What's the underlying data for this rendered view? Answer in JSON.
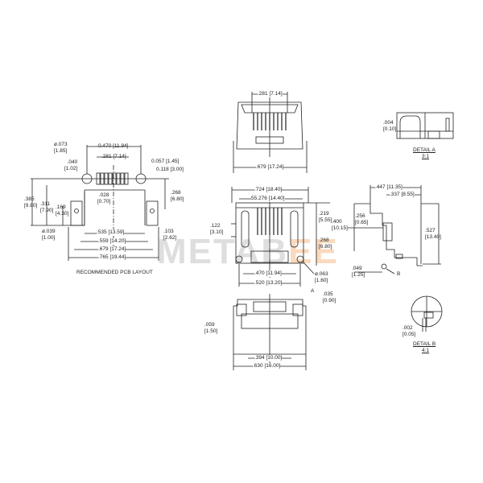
{
  "watermark": {
    "text_main": "METAB",
    "text_accent": "EE",
    "accent_color": "#f5aa6e"
  },
  "pcb_layout": {
    "title": "RECOMMENDED PCB LAYOUT",
    "dims": {
      "hole_dia": "ø.073",
      "hole_dia_mm": "[1.85]",
      "offset_040": ".040",
      "offset_040_mm": "[1.02]",
      "span_470": "0.470",
      "span_470_mm": "[11.94]",
      "span_281": ".281",
      "span_281_mm": "[7.14]",
      "dim_057": "0.057",
      "dim_057_mm": "[1.45]",
      "dim_118": "0.118",
      "dim_118_mm": "[3.00]",
      "pitch_028": ".028",
      "pitch_028_mm": "[0.70]",
      "h_385": ".385",
      "h_385_mm": "[9.80]",
      "h_311": ".311",
      "h_311_mm": "[7.90]",
      "h_169": ".169",
      "h_169_mm": "[4.30]",
      "h_268": ".268",
      "h_268_mm": "[6.80]",
      "pin_dia": "ø.039",
      "pin_dia_mm": "[1.00]",
      "w_535": ".535",
      "w_535_mm": "[13.59]",
      "w_559": ".559",
      "w_559_mm": "[14.20]",
      "w_679": ".679",
      "w_679_mm": "[17.24]",
      "w_765": ".765",
      "w_765_mm": "[19.44]",
      "d_103": ".103",
      "d_103_mm": "[2.62]"
    }
  },
  "top_view": {
    "dims": {
      "w_281": ".281 [7.14]",
      "w_679": ".679 [17.24]"
    }
  },
  "front_view": {
    "dims": {
      "w_724": ".724 [18.40]",
      "w_55276": "55.276 [14.40]",
      "h_122": ".122",
      "h_122_mm": "[3.10]",
      "h_219": ".219",
      "h_219_mm": "[5.55]",
      "h_268": ".268",
      "h_268_mm": "[6.80]",
      "w_470": ".470 [11.94]",
      "w_520": ".520 [13.20]",
      "post_dia": "ø.063",
      "post_dia_mm": "[1.60]"
    }
  },
  "side_view": {
    "dims": {
      "w_447": ".447 [11.35]",
      "w_337": ".337 [8.55]",
      "h_400": ".400",
      "h_400_mm": "[10.15]",
      "h_256": ".256",
      "h_256_mm": "[0.65]",
      "h_527": ".527",
      "h_527_mm": "[13.40]",
      "d_049": ".049",
      "d_049_mm": "[1.25]",
      "callout_b": "B"
    }
  },
  "bottom_view": {
    "dims": {
      "h_059": ".059",
      "h_059_mm": "[1.50]",
      "h_035": ".035",
      "h_035_mm": "[0.90]",
      "w_394": ".394 [10.00]",
      "w_630": ".630 [16.00]",
      "callout_a": "A"
    }
  },
  "detail_a": {
    "title": "DETAIL  A",
    "scale": "3:1",
    "dim": ".004",
    "dim_mm": "[0.10]"
  },
  "detail_b": {
    "title": "DETAIL  B",
    "scale": "4:1",
    "dim": ".002",
    "dim_mm": "[0.05]"
  }
}
